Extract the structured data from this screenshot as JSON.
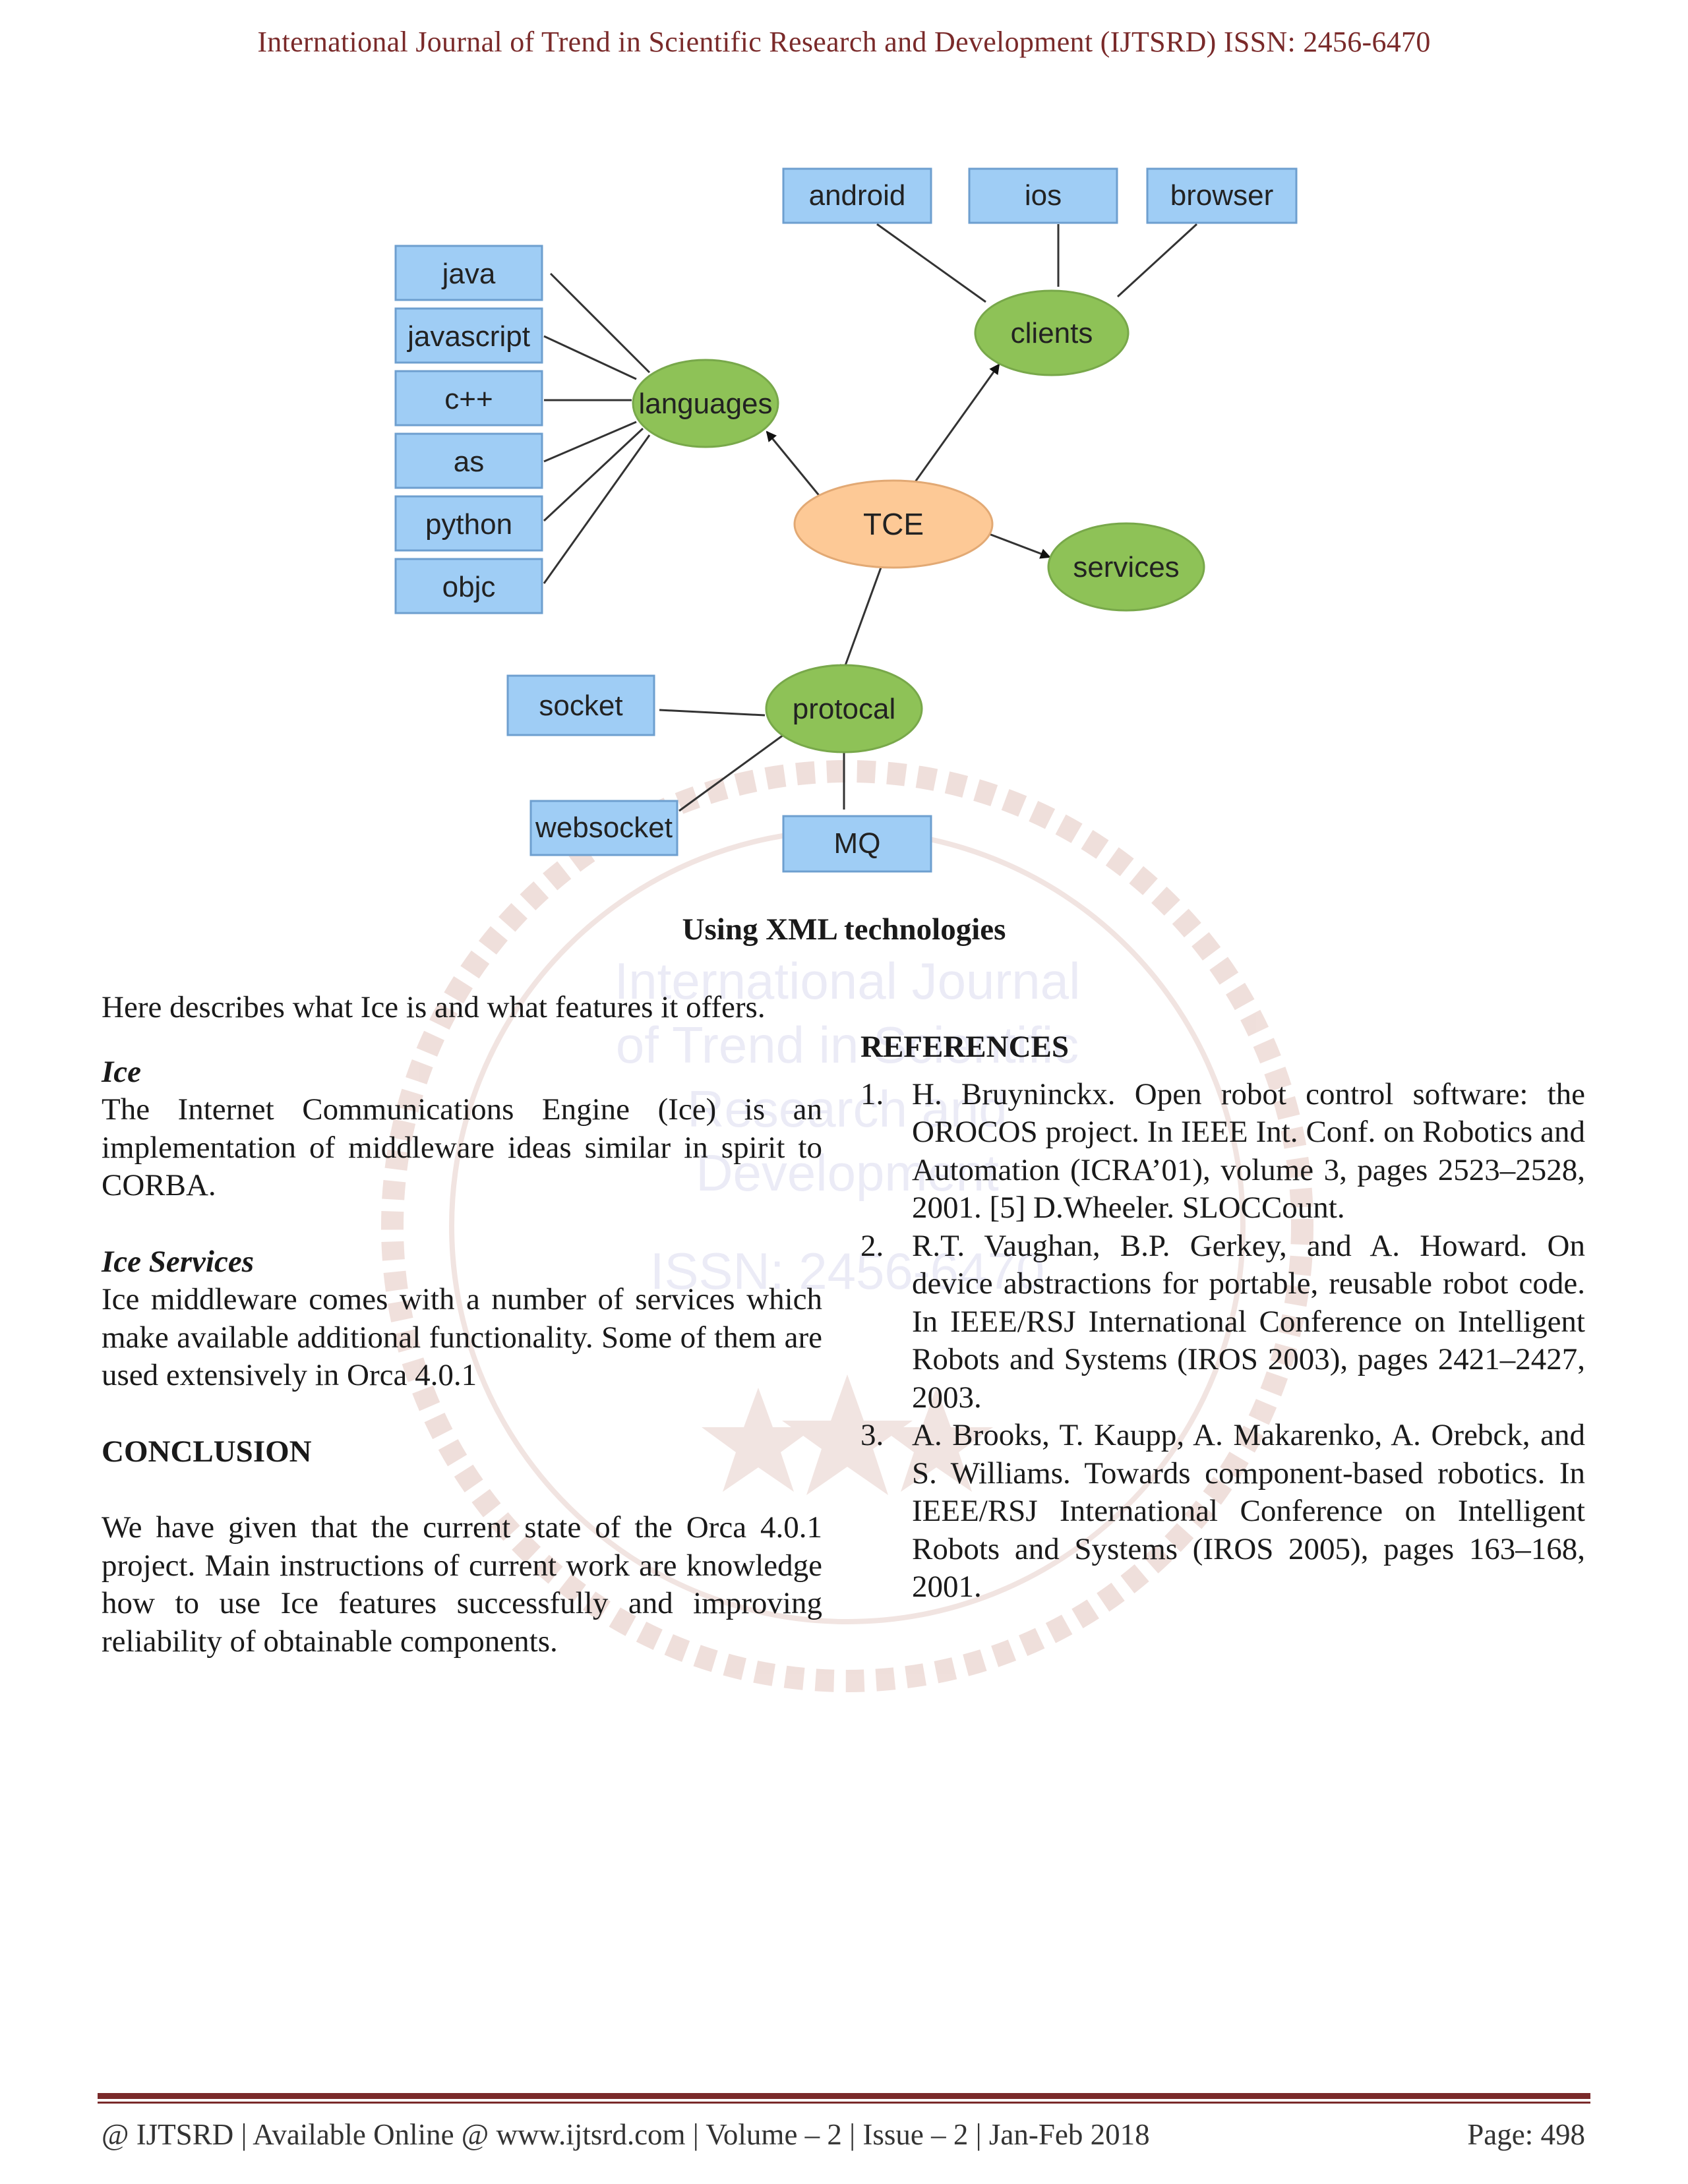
{
  "header": {
    "title": "International Journal of Trend in Scientific Research and Development (IJTSRD) ISSN: 2456-6470"
  },
  "diagram": {
    "nodes": {
      "tce": "TCE",
      "languages": "languages",
      "clients": "clients",
      "services": "services",
      "protocal": "protocal",
      "java": "java",
      "javascript": "javascript",
      "cpp": "c++",
      "as": "as",
      "python": "python",
      "objc": "objc",
      "android": "android",
      "ios": "ios",
      "browser": "browser",
      "socket": "socket",
      "websocket": "websocket",
      "mq": "MQ"
    },
    "colors": {
      "box_fill": "#9fcdf5",
      "box_stroke": "#6e9fcf",
      "ellipse_green": "#8ec257",
      "ellipse_orange": "#fdc996",
      "edge": "#333333"
    }
  },
  "caption": "Using XML technologies",
  "left_column": {
    "intro": "Here describes what Ice is and what features it offers.",
    "ice_heading": "Ice",
    "ice_text": "The Internet Communications Engine (Ice) is an implementation of middleware ideas similar in spirit to CORBA.",
    "services_heading": "Ice Services",
    "services_text": "Ice middleware comes with a number of services which make available additional functionality. Some of them are used extensively in Orca 4.0.1",
    "conclusion_heading": "CONCLUSION",
    "conclusion_text": "We have given that the current state of the Orca 4.0.1 project. Main instructions of current work are knowledge how to use Ice features successfully and improving reliability of obtainable components."
  },
  "references": {
    "heading": "REFERENCES",
    "items": [
      {
        "num": "1.",
        "text": "H. Bruyninckx. Open robot control software: the OROCOS project. In IEEE Int. Conf. on Robotics and Automation (ICRA’01), volume 3, pages 2523–2528, 2001. [5] D.Wheeler. SLOCCount."
      },
      {
        "num": "2.",
        "text": "R.T. Vaughan, B.P. Gerkey, and A. Howard. On device abstractions for portable, reusable robot code. In IEEE/RSJ International Conference on Intelligent Robots and Systems (IROS 2003), pages 2421–2427, 2003."
      },
      {
        "num": "3.",
        "text": "A. Brooks, T. Kaupp, A. Makarenko, A. Orebck, and S. Williams. Towards component-based robotics. In IEEE/RSJ International Conference on Intelligent Robots and Systems (IROS 2005), pages 163–168, 2001."
      }
    ]
  },
  "watermark": {
    "line1": "International Journal",
    "line2": "of Trend in Scientific",
    "line3": "Research and",
    "line4": "Development",
    "line5": "ISSN: 2456-6470",
    "colors": {
      "seal": "#d9b4ac"
    }
  },
  "footer": {
    "left": "@ IJTSRD  |  Available Online @ www.ijtsrd.com |  Volume – 2  |  Issue – 2  | Jan-Feb 2018",
    "right": "Page: 498"
  }
}
